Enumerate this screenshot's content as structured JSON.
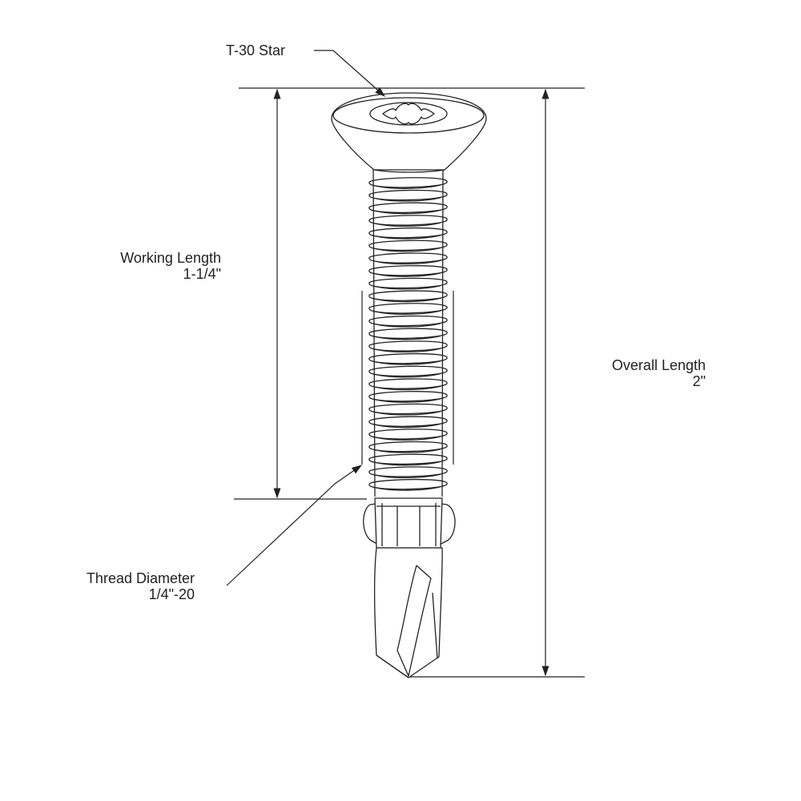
{
  "labels": {
    "drive": "T-30 Star",
    "working_length": {
      "name": "Working Length",
      "value": "1-1/4\""
    },
    "overall_length": {
      "name": "Overall Length",
      "value": "2\""
    },
    "thread_diameter": {
      "name": "Thread Diameter",
      "value": "1/4\"-20"
    }
  },
  "colors": {
    "line": "#222222",
    "fill": "#ffffff",
    "background": "#ffffff"
  }
}
